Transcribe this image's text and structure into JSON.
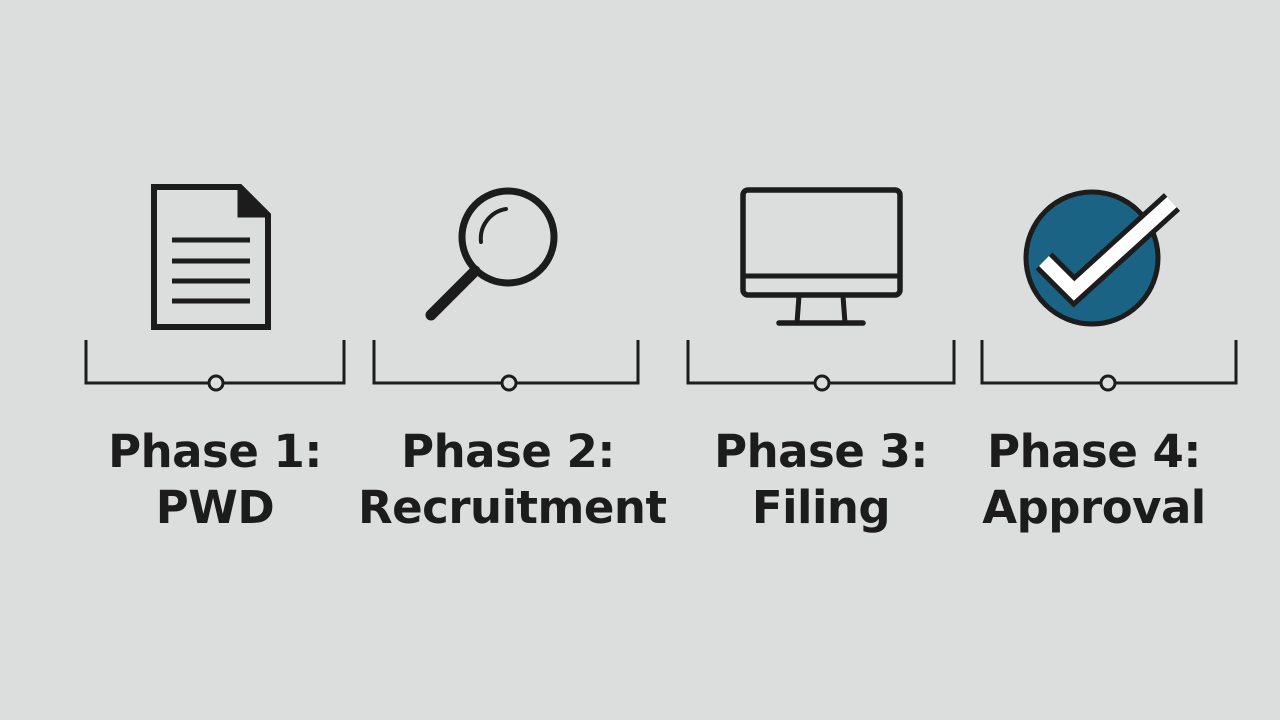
{
  "phases": [
    {
      "title": "Phase 1:",
      "name": "PWD",
      "icon": "document-icon"
    },
    {
      "title": "Phase 2:",
      "name": "Recruitment",
      "icon": "magnifying-glass-icon"
    },
    {
      "title": "Phase 3:",
      "name": "Filing",
      "icon": "computer-monitor-icon"
    },
    {
      "title": "Phase 4:",
      "name": "Approval",
      "icon": "checkmark-circle-icon"
    }
  ],
  "colors": {
    "background": "#dcdddd",
    "stroke": "#1c1c1c",
    "accent": "#1a6385",
    "check": "#ffffff"
  }
}
